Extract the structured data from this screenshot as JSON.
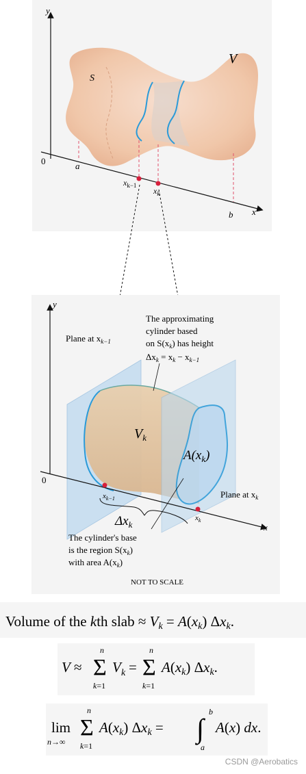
{
  "top_figure": {
    "axis_y": "y",
    "axis_x": "x",
    "origin": "0",
    "solid_label": "V",
    "section_label": "S",
    "a_label": "a",
    "b_label": "b",
    "xk1_label": "x",
    "xk1_sub": "k−1",
    "xk_label": "x",
    "xk_sub": "k"
  },
  "bottom_figure": {
    "axis_y": "y",
    "axis_x": "x",
    "origin": "0",
    "plane_left": "Plane at x",
    "plane_left_sub": "k−1",
    "plane_right": "Plane at x",
    "plane_right_sub": "k",
    "annotation_line1": "The approximating",
    "annotation_line2": "cylinder based",
    "annotation_line3": "on S(x",
    "annotation_line3_sub": "k",
    "annotation_line3_end": ") has height",
    "annotation_line4": "Δx",
    "annotation_line4_sub": "k",
    "annotation_line4_mid": " = x",
    "annotation_line4_sub2": "k",
    "annotation_line4_end": " − x",
    "annotation_line4_sub3": "k−1",
    "vk_label": "V",
    "vk_sub": "k",
    "area_label": "A(x",
    "area_sub": "k",
    "area_end": ")",
    "delta_label": "Δx",
    "delta_sub": "k",
    "xk1_label": "x",
    "xk1_sub": "k−1",
    "xk_label": "x",
    "xk_sub": "k",
    "base_line1": "The cylinder's base",
    "base_line2": "is the region S(x",
    "base_line2_sub": "k",
    "base_line2_end": ")",
    "base_line3": "with area A(x",
    "base_line3_sub": "k",
    "base_line3_end": ")",
    "not_to_scale": "NOT TO SCALE"
  },
  "equations": {
    "slab": "Volume of the kth slab ≈ V_k = A(x_k) Δx_k.",
    "sum": "V ≈ Σ_{k=1}^{n} V_k = Σ_{k=1}^{n} A(x_k) Δx_k.",
    "limit": "lim_{n→∞} Σ_{k=1}^{n} A(x_k) Δx_k = ∫_a^b A(x) dx."
  },
  "watermark": "CSDN @Aerobatics",
  "colors": {
    "solid_fill": "#f3c9a8",
    "slab_outline": "#2a9ad8",
    "plane_fill": "#bcd8ef",
    "point_red": "#d6203c",
    "dash_red": "#e0506a",
    "panel_bg": "#f4f4f4"
  }
}
